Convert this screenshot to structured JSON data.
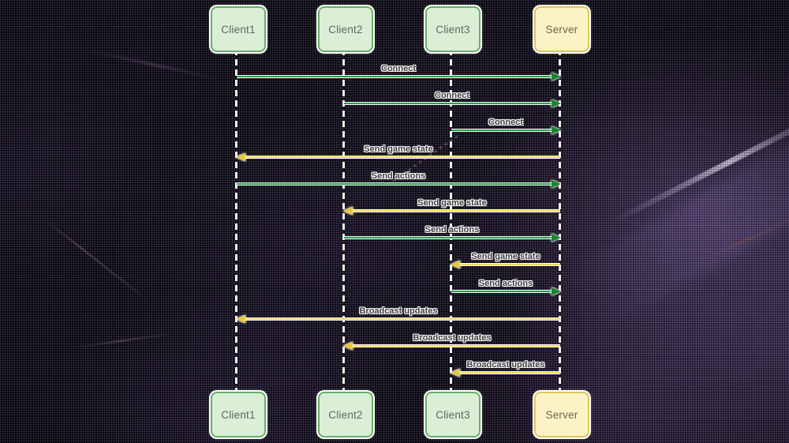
{
  "diagram": {
    "type": "sequence-diagram",
    "actors": [
      {
        "id": "client1",
        "name": "Client1",
        "role": "client"
      },
      {
        "id": "client2",
        "name": "Client2",
        "role": "client"
      },
      {
        "id": "client3",
        "name": "Client3",
        "role": "client"
      },
      {
        "id": "server",
        "name": "Server",
        "role": "server"
      }
    ],
    "messages": [
      {
        "from": "Client1",
        "to": "Server",
        "label": "Connect",
        "kind": "request"
      },
      {
        "from": "Client2",
        "to": "Server",
        "label": "Connect",
        "kind": "request"
      },
      {
        "from": "Client3",
        "to": "Server",
        "label": "Connect",
        "kind": "request"
      },
      {
        "from": "Server",
        "to": "Client1",
        "label": "Send game state",
        "kind": "response"
      },
      {
        "from": "Client1",
        "to": "Server",
        "label": "Send actions",
        "kind": "request"
      },
      {
        "from": "Server",
        "to": "Client2",
        "label": "Send game state",
        "kind": "response"
      },
      {
        "from": "Client2",
        "to": "Server",
        "label": "Send actions",
        "kind": "request"
      },
      {
        "from": "Server",
        "to": "Client3",
        "label": "Send game state",
        "kind": "response"
      },
      {
        "from": "Client3",
        "to": "Server",
        "label": "Send actions",
        "kind": "request"
      },
      {
        "from": "Server",
        "to": "Client1",
        "label": "Broadcast updates",
        "kind": "response"
      },
      {
        "from": "Server",
        "to": "Client2",
        "label": "Broadcast updates",
        "kind": "response"
      },
      {
        "from": "Server",
        "to": "Client3",
        "label": "Broadcast updates",
        "kind": "response"
      }
    ],
    "colors": {
      "client_fill": "#daefd6",
      "client_border": "#6bac6b",
      "server_fill": "#fbf3c6",
      "server_border": "#dac75f",
      "request_arrow": "#2aa04a",
      "request_arrowhead": "#17862f",
      "response_arrow": "#efd951",
      "response_arrowhead": "#e9c83c",
      "lifeline": "#f4f4f4",
      "background_base": "#0a0711",
      "background_purple": "#6f5a96"
    }
  }
}
